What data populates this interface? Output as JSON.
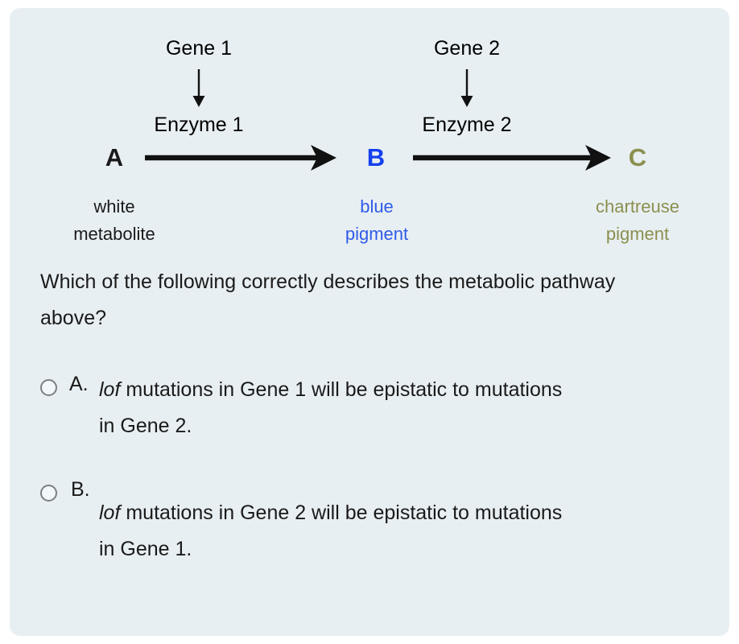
{
  "card": {
    "background_color": "#e8eff2"
  },
  "diagram": {
    "name": "metabolic-pathway",
    "genes": [
      {
        "label": "Gene 1"
      },
      {
        "label": "Gene 2"
      }
    ],
    "enzymes": [
      {
        "label": "Enzyme 1"
      },
      {
        "label": "Enzyme 2"
      }
    ],
    "nodes": [
      {
        "letter": "A",
        "desc_line1": "white",
        "desc_line2": "metabolite",
        "color": "#1a1a1a"
      },
      {
        "letter": "B",
        "desc_line1": "blue",
        "desc_line2": "pigment",
        "color": "#1440ee"
      },
      {
        "letter": "C",
        "desc_line1": "chartreuse",
        "desc_line2": "pigment",
        "color": "#8b8f4f"
      }
    ]
  },
  "question": {
    "text": "Which of the following correctly describes the metabolic pathway above?"
  },
  "options": [
    {
      "letter": "A.",
      "italic_prefix": "lof",
      "rest": " mutations in Gene 1 will be epistatic to mutations in Gene 2.",
      "selected": false
    },
    {
      "letter": "B.",
      "italic_prefix": "lof",
      "rest": " mutations in Gene 2 will be epistatic to mutations in Gene 1.",
      "selected": false
    }
  ]
}
